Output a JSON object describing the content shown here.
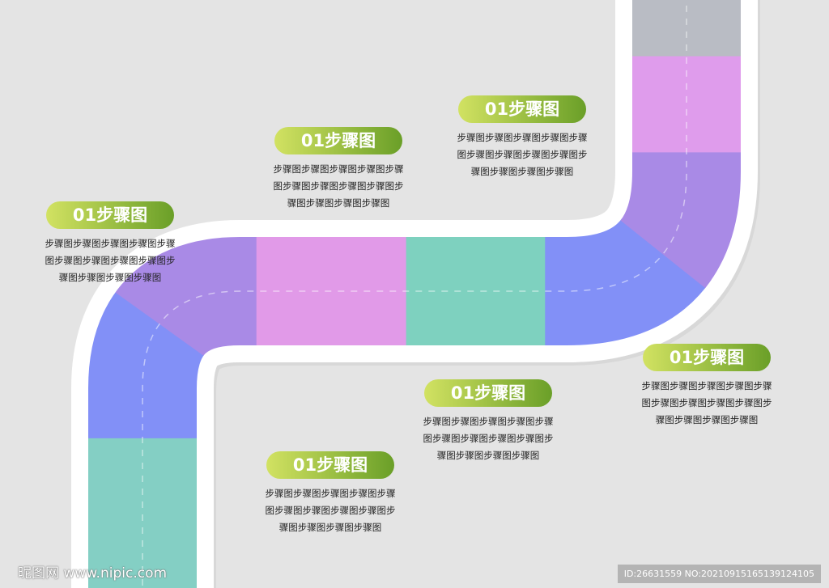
{
  "steps": [
    {
      "title": "01步骤图",
      "lines": [
        "步骤图步骤图步骤图步骤图步骤",
        "图步骤图步骤图步骤图步骤图步",
        "骤图步骤图步骤图步骤图"
      ]
    },
    {
      "title": "01步骤图",
      "lines": [
        "步骤图步骤图步骤图步骤图步骤",
        "图步骤图步骤图步骤图步骤图步",
        "骤图步骤图步骤图步骤图"
      ]
    },
    {
      "title": "01步骤图",
      "lines": [
        "步骤图步骤图步骤图步骤图步骤",
        "图步骤图步骤图步骤图步骤图步",
        "骤图步骤图步骤图步骤图"
      ]
    },
    {
      "title": "01步骤图",
      "lines": [
        "步骤图步骤图步骤图步骤图步骤",
        "图步骤图步骤图步骤图步骤图步",
        "骤图步骤图步骤图步骤图"
      ]
    },
    {
      "title": "01步骤图",
      "lines": [
        "步骤图步骤图步骤图步骤图步骤",
        "图步骤图步骤图步骤图步骤图步",
        "骤图步骤图步骤图步骤图"
      ]
    },
    {
      "title": "01步骤图",
      "lines": [
        "步骤图步骤图步骤图步骤图步骤",
        "图步骤图步骤图步骤图步骤图步",
        "骤图步骤图步骤图步骤图"
      ]
    }
  ],
  "colors": [
    "#84cfc4",
    "#8290f7",
    "#a98ae6",
    "#e19ae8",
    "#7ed1bf",
    "#8290f7",
    "#a98ae6",
    "#df9cec",
    "#b9bcc4"
  ],
  "watermark": "昵图网 www.nipic.com",
  "image_id": "ID:26631559 NO:20210915165139124105"
}
